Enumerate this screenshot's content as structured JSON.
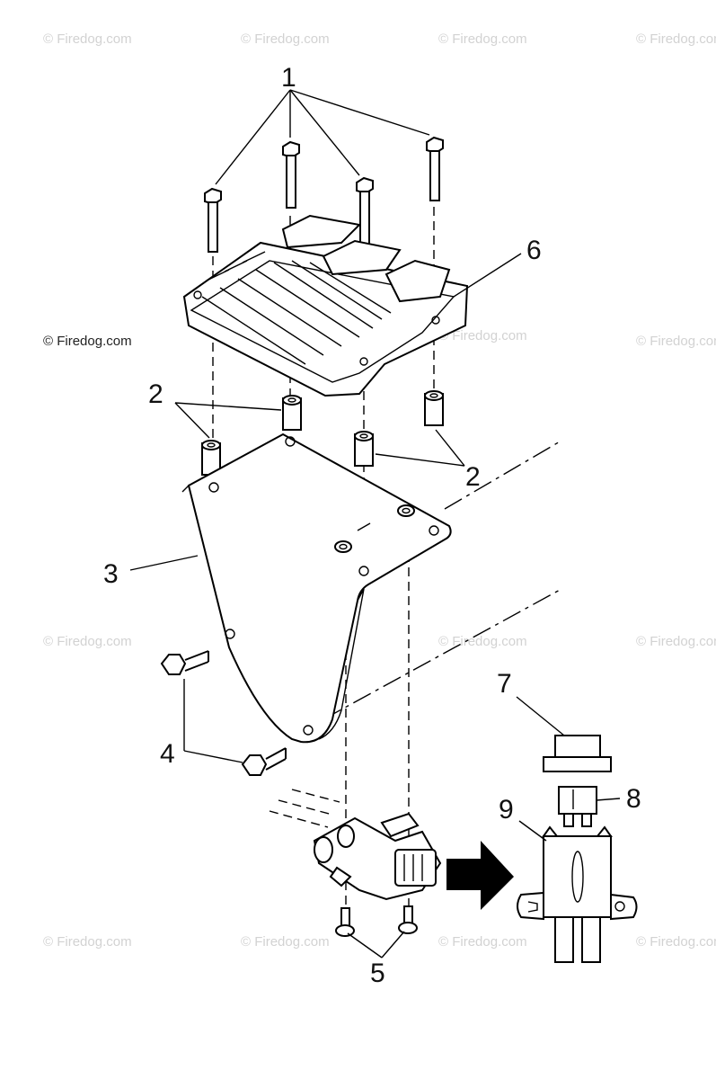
{
  "callouts": {
    "c1": "1",
    "c2a": "2",
    "c2b": "2",
    "c3": "3",
    "c4": "4",
    "c5": "5",
    "c6": "6",
    "c7": "7",
    "c8": "8",
    "c9": "9"
  },
  "watermark": {
    "text": "© Firedog.com"
  }
}
